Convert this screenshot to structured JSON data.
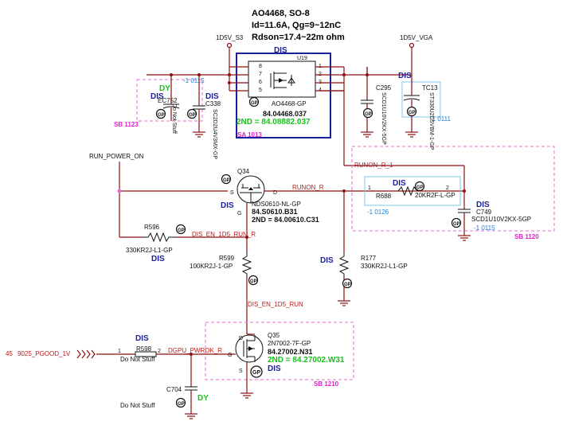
{
  "header": {
    "part": "AO4468, SO-8",
    "spec": "Id=11.6A, Qg=9~12nC",
    "rdson": "Rdson=17.4~22m ohm"
  },
  "rails": {
    "left": "1D5V_S3",
    "right": "1D5V_VGA"
  },
  "u19": {
    "ref": "U19",
    "part": "AO4468-GP",
    "pn": "84.04468.037",
    "pn2": "2ND = 84.08882.037",
    "sa": "SA 1013",
    "dis": "DIS",
    "pins": [
      "8",
      "7",
      "6",
      "5",
      "1",
      "2",
      "3",
      "4"
    ]
  },
  "ec752": {
    "ref": "EC752",
    "tag": "DY",
    "dis": "DIS",
    "note": "Do Not Stuff",
    "rev": "-1  0115"
  },
  "c338": {
    "ref": "C338",
    "part": "SC2D2U4V3MX-GP",
    "dis": "DIS"
  },
  "sb1123": "SB  1123",
  "c295": {
    "ref": "C295",
    "part": "SCD1U10V2KX-5GP"
  },
  "tc13": {
    "ref": "TC13",
    "part": "ST330U2D5VBM-1-GP",
    "dis": "DIS",
    "rev": "-1  0111"
  },
  "net_run_power_on": "RUN_POWER_ON",
  "net_runon_r_1": "RUNON_R_1",
  "net_runon_r": "RUNON_R",
  "net_dis_en_run_r": "DIS_EN_1D5_RUN_R",
  "net_dis_en_run": "DIS_EN_1D5_RUN",
  "net_dgpu": "DGPU_PWROK_R",
  "q34": {
    "ref": "Q34",
    "part": "NDS0610-NL-GP",
    "pn": "84.S0610.B31",
    "pn2": "2ND = 84.00610.C31",
    "dis": "DIS",
    "g": "G",
    "s": "S",
    "d": "D"
  },
  "r688": {
    "ref": "R688",
    "part": "20KR2F-L-GP",
    "dis": "DIS",
    "rev": "-1  0126",
    "p1": "1",
    "p2": "2"
  },
  "c749": {
    "ref": "C749",
    "part": "SCD1U10V2KX-5GP",
    "dis": "DIS",
    "rev": "-1  0115"
  },
  "sb1120": "SB  1120",
  "r596": {
    "ref": "R596",
    "part": "330KR2J-L1-GP",
    "dis": "DIS"
  },
  "r599": {
    "ref": "R599",
    "part": "100KR2J-1-GP"
  },
  "r177": {
    "ref": "R177",
    "part": "330KR2J-L1-GP",
    "dis": "DIS"
  },
  "q35": {
    "ref": "Q35",
    "part": "2N7002-7F-GP",
    "pn": "84.27002.N31",
    "pn2": "2ND = 84.27002.W31",
    "dis": "DIS",
    "d": "D",
    "g": "G",
    "s": "S"
  },
  "sb1210": "SB  1210",
  "input": {
    "sheet": "45",
    "net": "9025_PGOOD_1V"
  },
  "r598": {
    "ref": "R598",
    "note": "Do Not Stuff",
    "dis": "DIS",
    "p1": "1",
    "p2": "2"
  },
  "c704": {
    "ref": "C704",
    "tag": "DY",
    "note": "Do Not Stuff"
  },
  "gp_mark": "GP",
  "colors": {
    "wire": "#8b1010",
    "dis": "#1a1f9c",
    "green": "#18c21a",
    "net": "#c01818",
    "sb": "#e020c8",
    "rev": "#1e7fd6"
  }
}
